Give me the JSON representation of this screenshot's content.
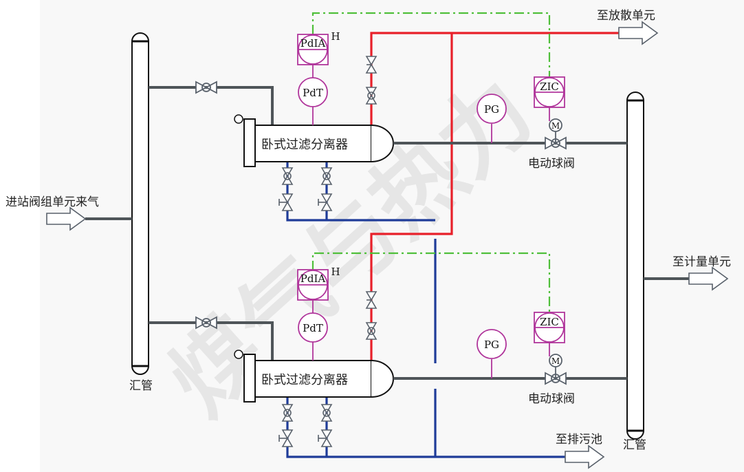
{
  "title": "卧式过滤分离器工艺流程示意图",
  "watermark": "煤气与热力",
  "colors": {
    "process_pipe": "#4f5559",
    "vent_pipe": "#e8202a",
    "drain_pipe": "#1f3c99",
    "signal_line": "#4fbf3a",
    "instrument": "#b0359b",
    "valve": "#59616b",
    "outline": "#111111"
  },
  "labels": {
    "inlet": "进站阀组单元来气",
    "vent_outlet": "至放散单元",
    "metering_outlet": "至计量单元",
    "drain_outlet": "至排污池",
    "left_header": "汇管",
    "right_header": "汇管"
  },
  "separators": [
    {
      "name": "卧式过滤分离器",
      "instruments": {
        "pdia": "PdIA",
        "pdia_alarm": "H",
        "pdt": "PdT",
        "pg": "PG",
        "zic": "ZIC",
        "motor": "M"
      },
      "valve_label": "电动球阀"
    },
    {
      "name": "卧式过滤分离器",
      "instruments": {
        "pdia": "PdIA",
        "pdia_alarm": "H",
        "pdt": "PdT",
        "pg": "PG",
        "zic": "ZIC",
        "motor": "M"
      },
      "valve_label": "电动球阀"
    }
  ]
}
